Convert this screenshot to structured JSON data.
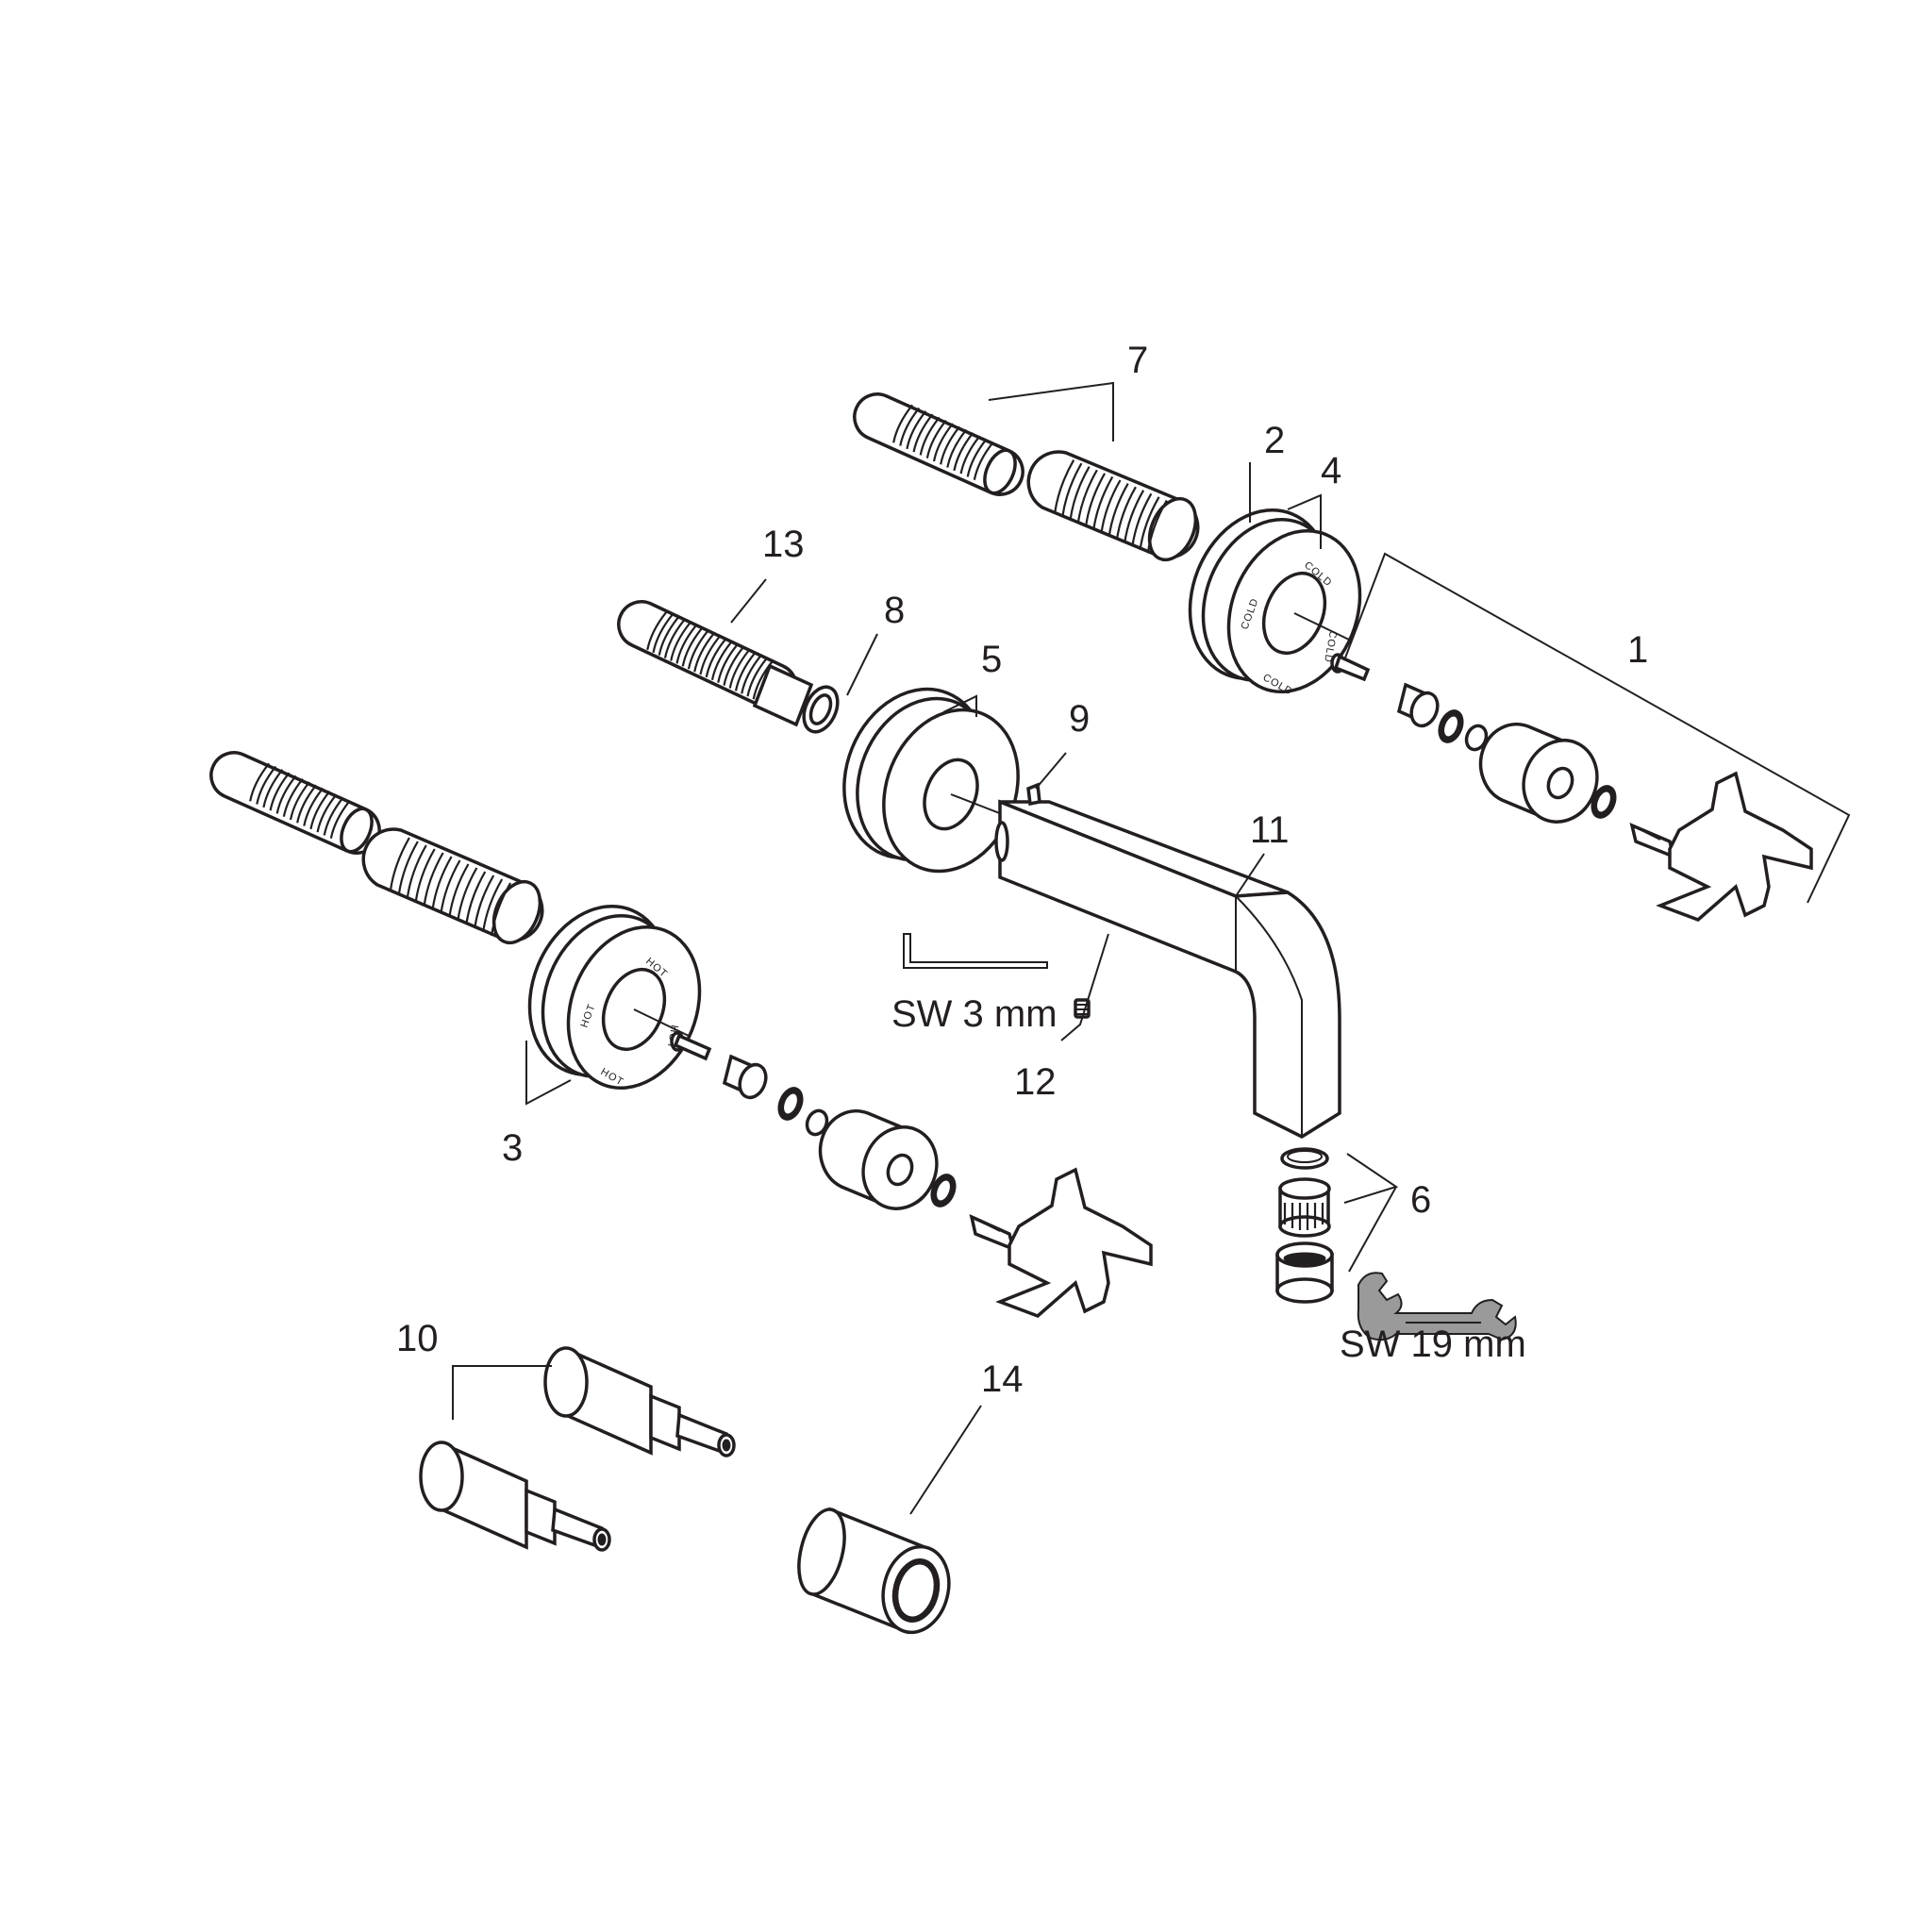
{
  "diagram": {
    "callouts": [
      {
        "id": "1",
        "text": "1"
      },
      {
        "id": "2",
        "text": "2"
      },
      {
        "id": "3",
        "text": "3"
      },
      {
        "id": "4",
        "text": "4"
      },
      {
        "id": "5",
        "text": "5"
      },
      {
        "id": "6",
        "text": "6"
      },
      {
        "id": "7",
        "text": "7"
      },
      {
        "id": "8",
        "text": "8"
      },
      {
        "id": "9",
        "text": "9"
      },
      {
        "id": "10",
        "text": "10"
      },
      {
        "id": "11",
        "text": "11"
      },
      {
        "id": "12",
        "text": "12"
      },
      {
        "id": "13",
        "text": "13"
      },
      {
        "id": "14",
        "text": "14"
      }
    ],
    "tools": {
      "hex_key": "SW 3 mm",
      "wrench": "SW 19 mm"
    },
    "ring_markings": {
      "cold": "COLD",
      "hot": "HOT"
    }
  }
}
